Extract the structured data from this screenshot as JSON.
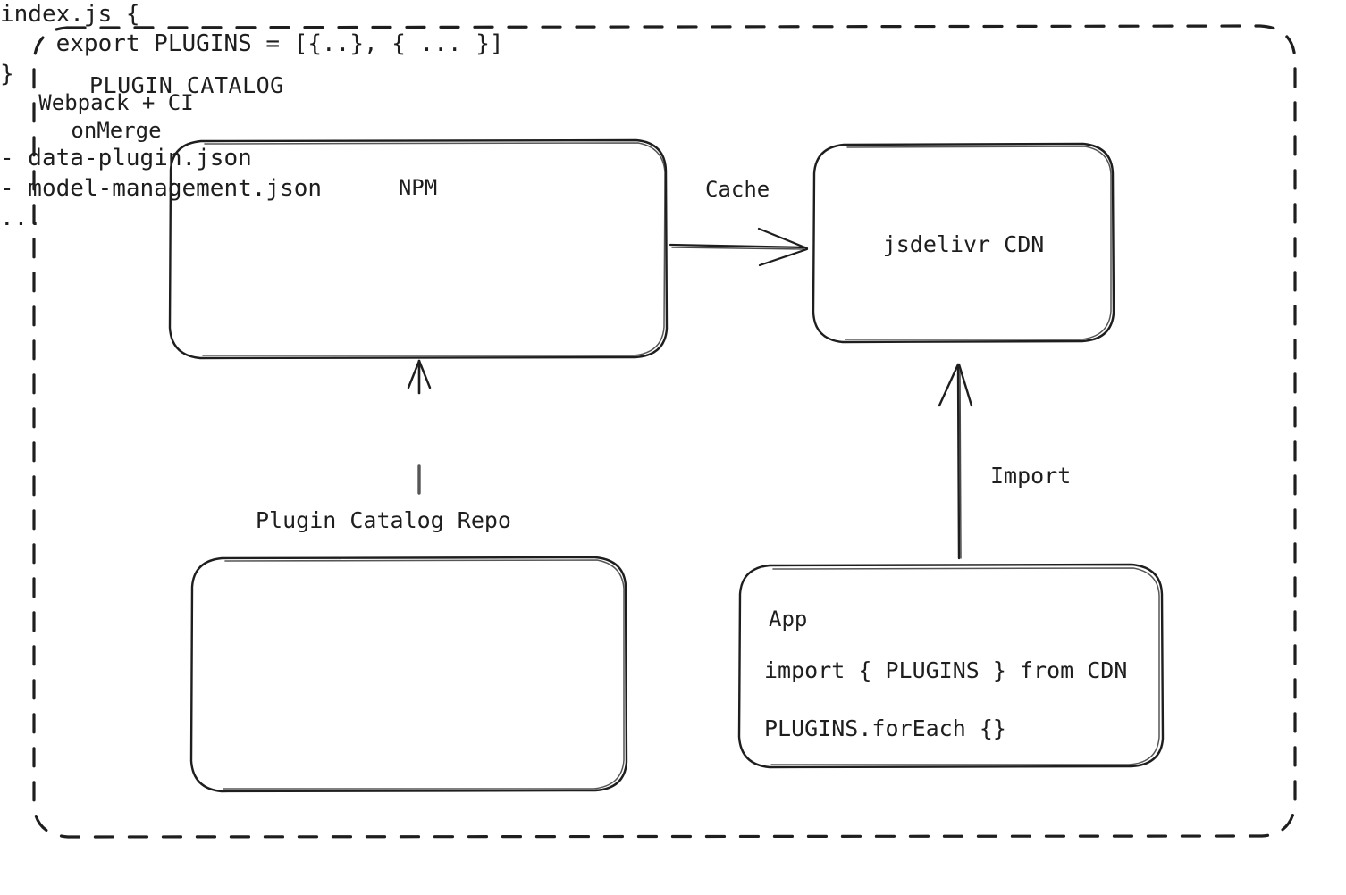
{
  "diagram": {
    "title": "PLUGIN CATALOG",
    "background": "#ffffff",
    "stroke_color": "#1e1e1e",
    "style": "hand-drawn"
  },
  "nodes": {
    "npm": {
      "title": "NPM",
      "code_line_1": "index.js {",
      "code_line_2": "    export PLUGINS = [{..}, { ... }]",
      "code_line_3": "}"
    },
    "cdn": {
      "title": "jsdelivr CDN"
    },
    "repo": {
      "caption": "Plugin Catalog Repo",
      "item_1": "- data-plugin.json",
      "item_2": "- model-management.json",
      "item_3": "..."
    },
    "app": {
      "title": "App",
      "code_line_1": "import { PLUGINS } from CDN",
      "code_line_2": "PLUGINS.forEach {}"
    }
  },
  "edges": {
    "npm_to_cdn": {
      "label": "Cache"
    },
    "repo_to_npm": {
      "label_line_1": "Webpack + CI",
      "label_line_2": "onMerge"
    },
    "app_to_cdn": {
      "label": "Import"
    }
  }
}
